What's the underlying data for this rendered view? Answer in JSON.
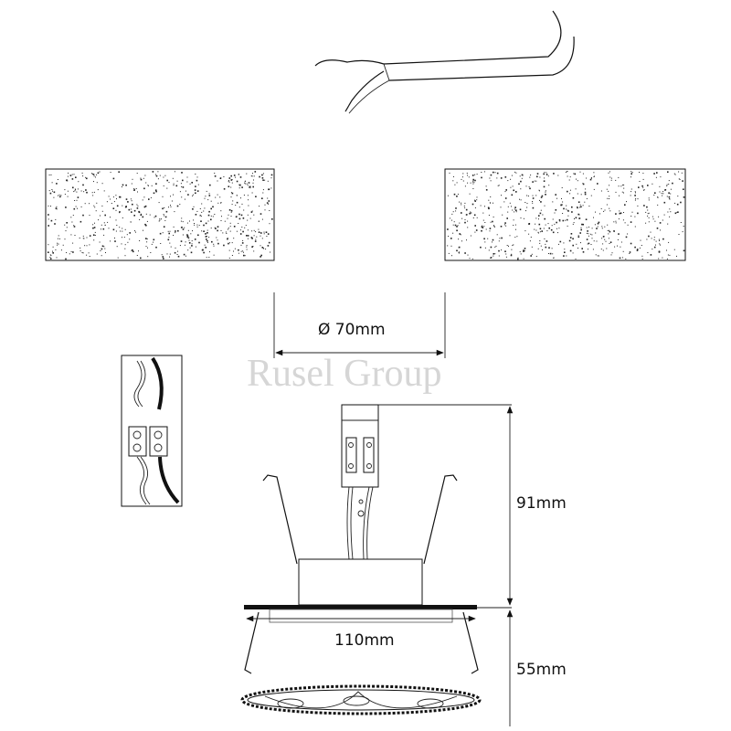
{
  "watermark": "Rusel Group",
  "dimensions": {
    "cutout_diameter": "Ø 70mm",
    "height_above_ceiling": "91mm",
    "flange_width": "110mm",
    "height_below_ceiling": "55mm"
  },
  "colors": {
    "line": "#111111",
    "watermark": "#d6d6d6"
  }
}
